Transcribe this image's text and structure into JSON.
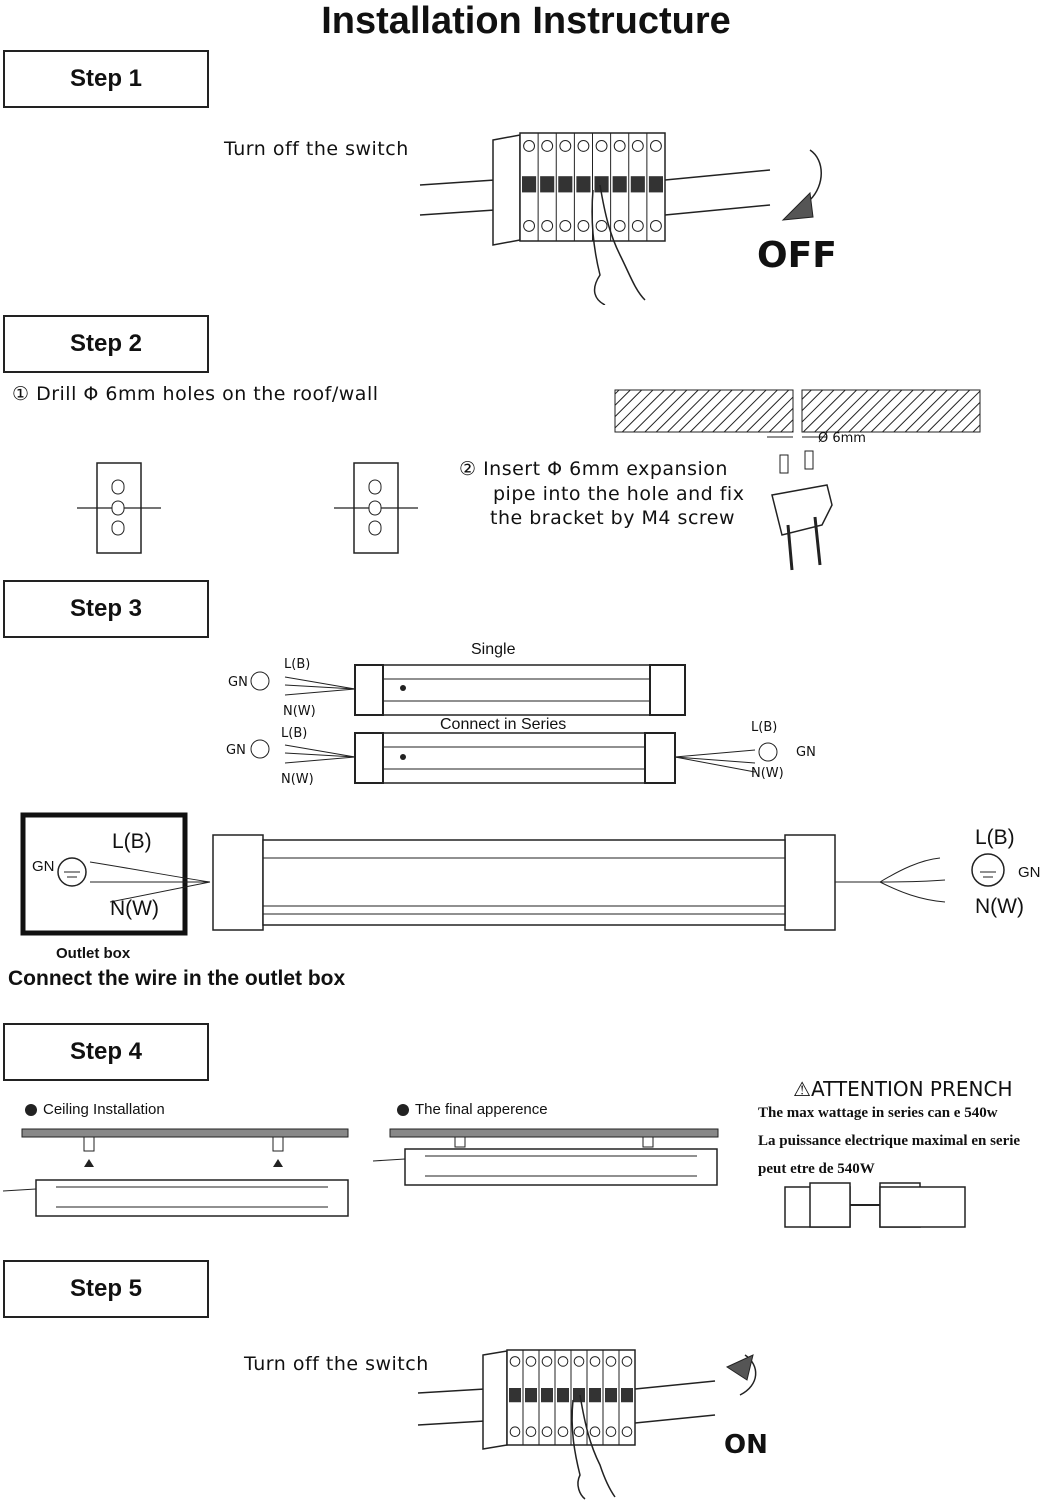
{
  "title": "Installation Instructure",
  "steps": {
    "step1": {
      "label": "Step 1",
      "instruction": "Turn off the switch",
      "state": "OFF"
    },
    "step2": {
      "label": "Step 2",
      "instruction1": "① Drill  Φ 6mm  holes  on  the  roof/wall",
      "instruction2_line1": "② Insert Φ 6mm  expansion",
      "instruction2_line2": "pipe  into the hole and fix",
      "instruction2_line3": "the bracket  by  M4 screw",
      "dimension": "Ø 6mm"
    },
    "step3": {
      "label": "Step 3",
      "single": "Single",
      "series": "Connect in Series",
      "gn": "GN",
      "l": "L(B)",
      "n": "N(W)",
      "outlet_box": "Outlet  box",
      "caption": "Connect the wire in the outlet box"
    },
    "step4": {
      "label": "Step 4",
      "ceiling": "Ceiling Installation",
      "final": "The final apperence",
      "attention_title": "ATTENTION PRENCH",
      "attention_line1": "The max wattage in series can e 540w",
      "attention_line2": "La puissance electrique maximal en serie",
      "attention_line3": "peut etre de 540W"
    },
    "step5": {
      "label": "Step 5",
      "instruction": "Turn off the switch",
      "state": "ON"
    }
  }
}
